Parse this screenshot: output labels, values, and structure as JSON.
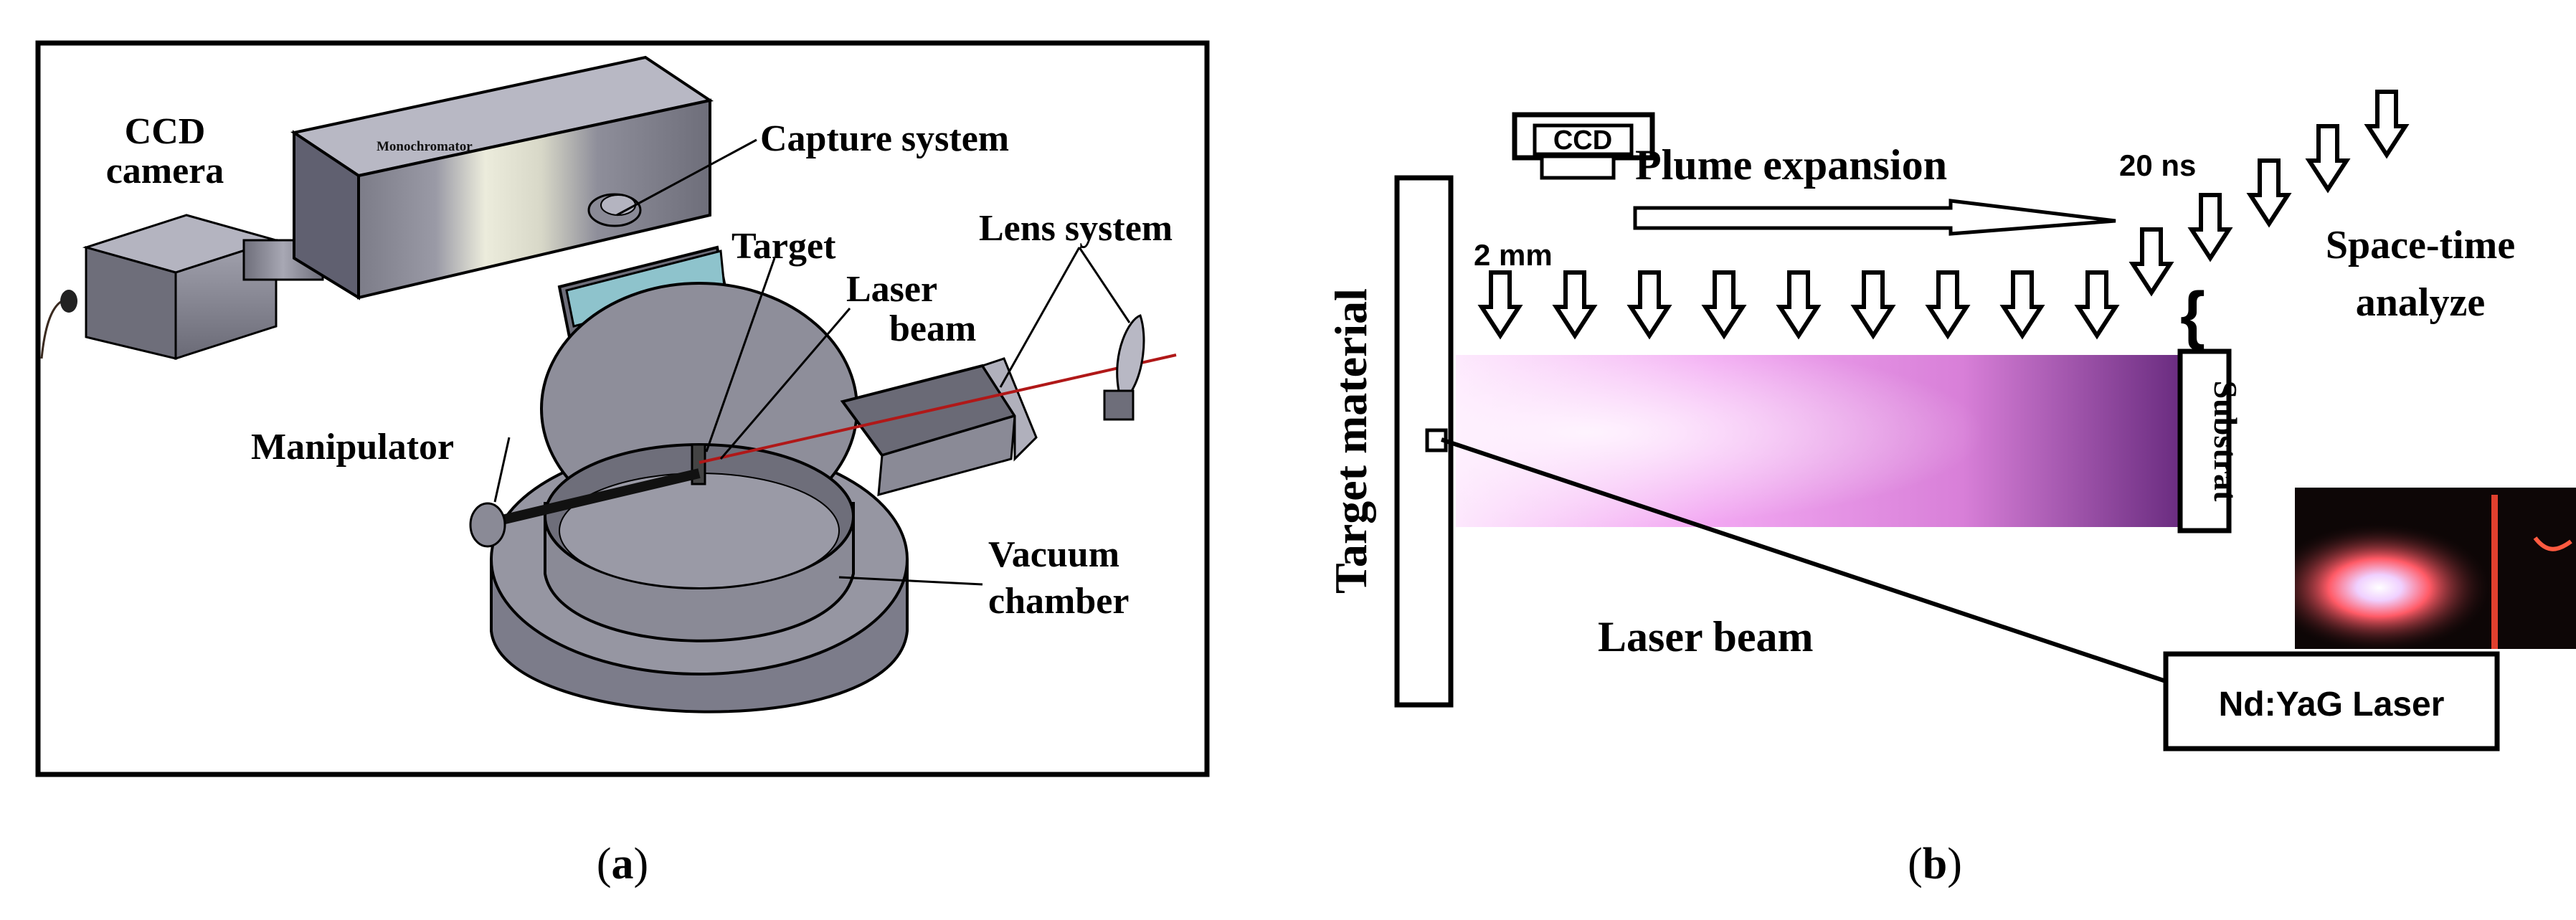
{
  "panel_a": {
    "caption_letter": "a",
    "caption_open": "(",
    "caption_close": ")",
    "labels": {
      "ccd_camera_line1": "CCD",
      "ccd_camera_line2": "camera",
      "monochromator": "Monochromator",
      "capture_system": "Capture system",
      "target": "Target",
      "laser_beam_line1": "Laser",
      "laser_beam_line2": "beam",
      "lens_system": "Lens system",
      "manipulator": "Manipulator",
      "vacuum_chamber_line1": "Vacuum",
      "vacuum_chamber_line2": "chamber"
    },
    "colors": {
      "metal": "#8a8a96",
      "metal_dark": "#5a5a66",
      "laser": "#b01818",
      "window": "#7fb8c4"
    }
  },
  "panel_b": {
    "caption_letter": "b",
    "caption_open": "(",
    "caption_close": ")",
    "labels": {
      "ccd": "CCD",
      "plume_expansion": "Plume expansion",
      "time_step": "20 ns",
      "space_step": "2 mm",
      "space_time_line1": "Space-time",
      "space_time_line2": "analyze",
      "target_material": "Target material",
      "substrat": "Substrat",
      "laser_beam": "Laser beam",
      "laser_source": "Nd:YaG Laser"
    },
    "arrow_counts": {
      "spatial_row": 9,
      "temporal_column": 5
    },
    "colors": {
      "plasma": "#e48ce4",
      "plasma_core": "#fbe6fb",
      "plasma_edge": "#6e2e84",
      "arrow_fill": "#ffffff",
      "outline": "#000000"
    }
  }
}
